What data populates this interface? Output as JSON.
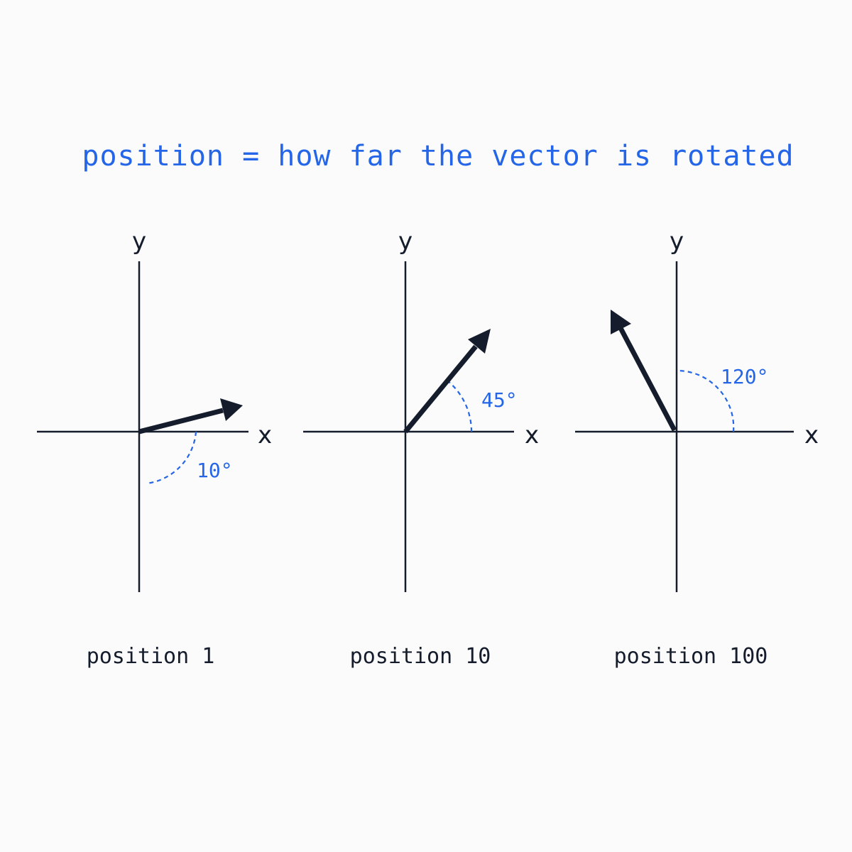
{
  "title": "position = how far the vector is rotated",
  "colors": {
    "accent": "#2566e8",
    "ink": "#151c2c",
    "background": "#fbfbfb"
  },
  "panels": [
    {
      "caption": "position 1",
      "y_axis_label": "y",
      "x_axis_label": "x",
      "angle_label": "10°",
      "vector_angle_deg": 15,
      "marked_angle_deg": 10
    },
    {
      "caption": "position 10",
      "y_axis_label": "y",
      "x_axis_label": "x",
      "angle_label": "45°",
      "vector_angle_deg": 52,
      "marked_angle_deg": 45
    },
    {
      "caption": "position 100",
      "y_axis_label": "y",
      "x_axis_label": "x",
      "angle_label": "120°",
      "vector_angle_deg": 118,
      "marked_angle_deg": 120
    }
  ]
}
